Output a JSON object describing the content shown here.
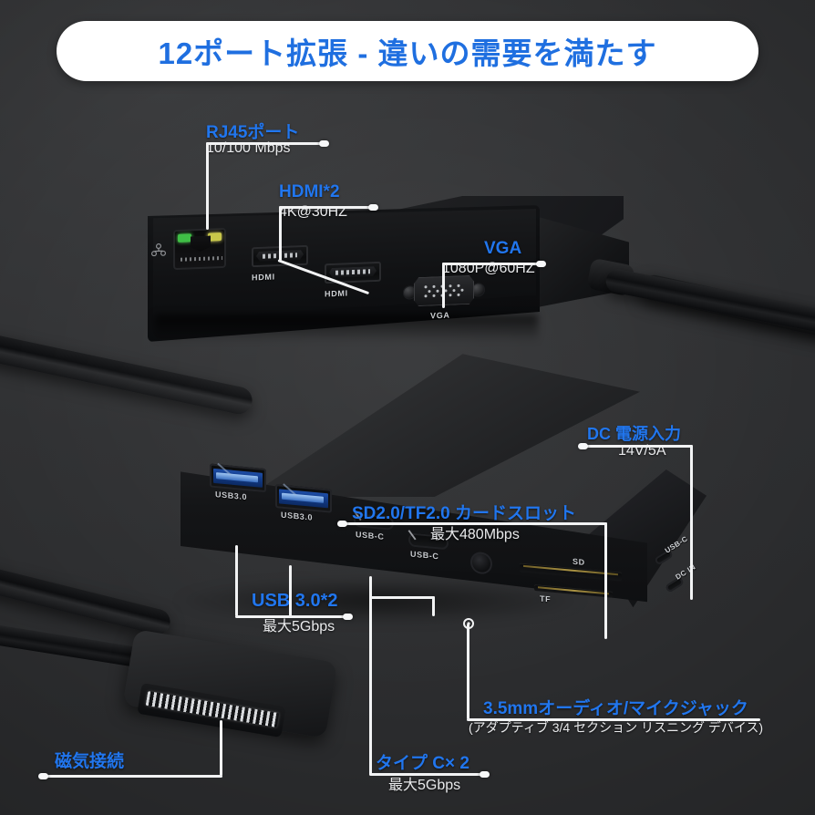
{
  "title": {
    "text": "12ポート拡張 - 違いの需要を満たす",
    "accent_color": "#2176ee",
    "pill_color": "#ffffff"
  },
  "background": {
    "color": "#333436",
    "description": "dark gray studio background with black cables"
  },
  "callouts": [
    {
      "id": "rj45",
      "heading": "RJ45ポート",
      "sub": "10/100 Mbps"
    },
    {
      "id": "hdmi",
      "heading": "HDMI*2",
      "sub": "4K@30HZ"
    },
    {
      "id": "vga",
      "heading": "VGA",
      "sub": "1080P@60HZ"
    },
    {
      "id": "dc",
      "heading": "DC 電源入力",
      "sub": "14V/5A"
    },
    {
      "id": "sdtf",
      "heading": "SD2.0/TF2.0 カードスロット",
      "sub": "最大480Mbps"
    },
    {
      "id": "usb3",
      "heading": "USB 3.0*2",
      "sub": "最大5Gbps"
    },
    {
      "id": "typec",
      "heading": "タイプ C× 2",
      "sub": "最大5Gbps"
    },
    {
      "id": "jack",
      "heading": "3.5mmオーディオ/マイクジャック",
      "sub": "(アダプティブ 3/4 セクション リスニング デバイス)"
    },
    {
      "id": "mag",
      "heading": "磁気接続",
      "sub": ""
    }
  ],
  "device_labels": {
    "hdmi_port_1": "HDMI",
    "hdmi_port_2": "HDMI",
    "vga_port": "VGA",
    "usb3_port_1": "USB3.0",
    "usb3_port_2": "USB3.0",
    "usbc_port_1": "USB-C",
    "usbc_port_2": "USB-C",
    "sd_slot": "SD",
    "tf_slot": "TF",
    "side_mark_1": "USB-C",
    "side_mark_2": "DC IN"
  },
  "indicators": {
    "rj45_led_green": "#3fbf46",
    "rj45_led_yellow": "#c9c84a",
    "usb3_blue": "#1e4ea8"
  }
}
